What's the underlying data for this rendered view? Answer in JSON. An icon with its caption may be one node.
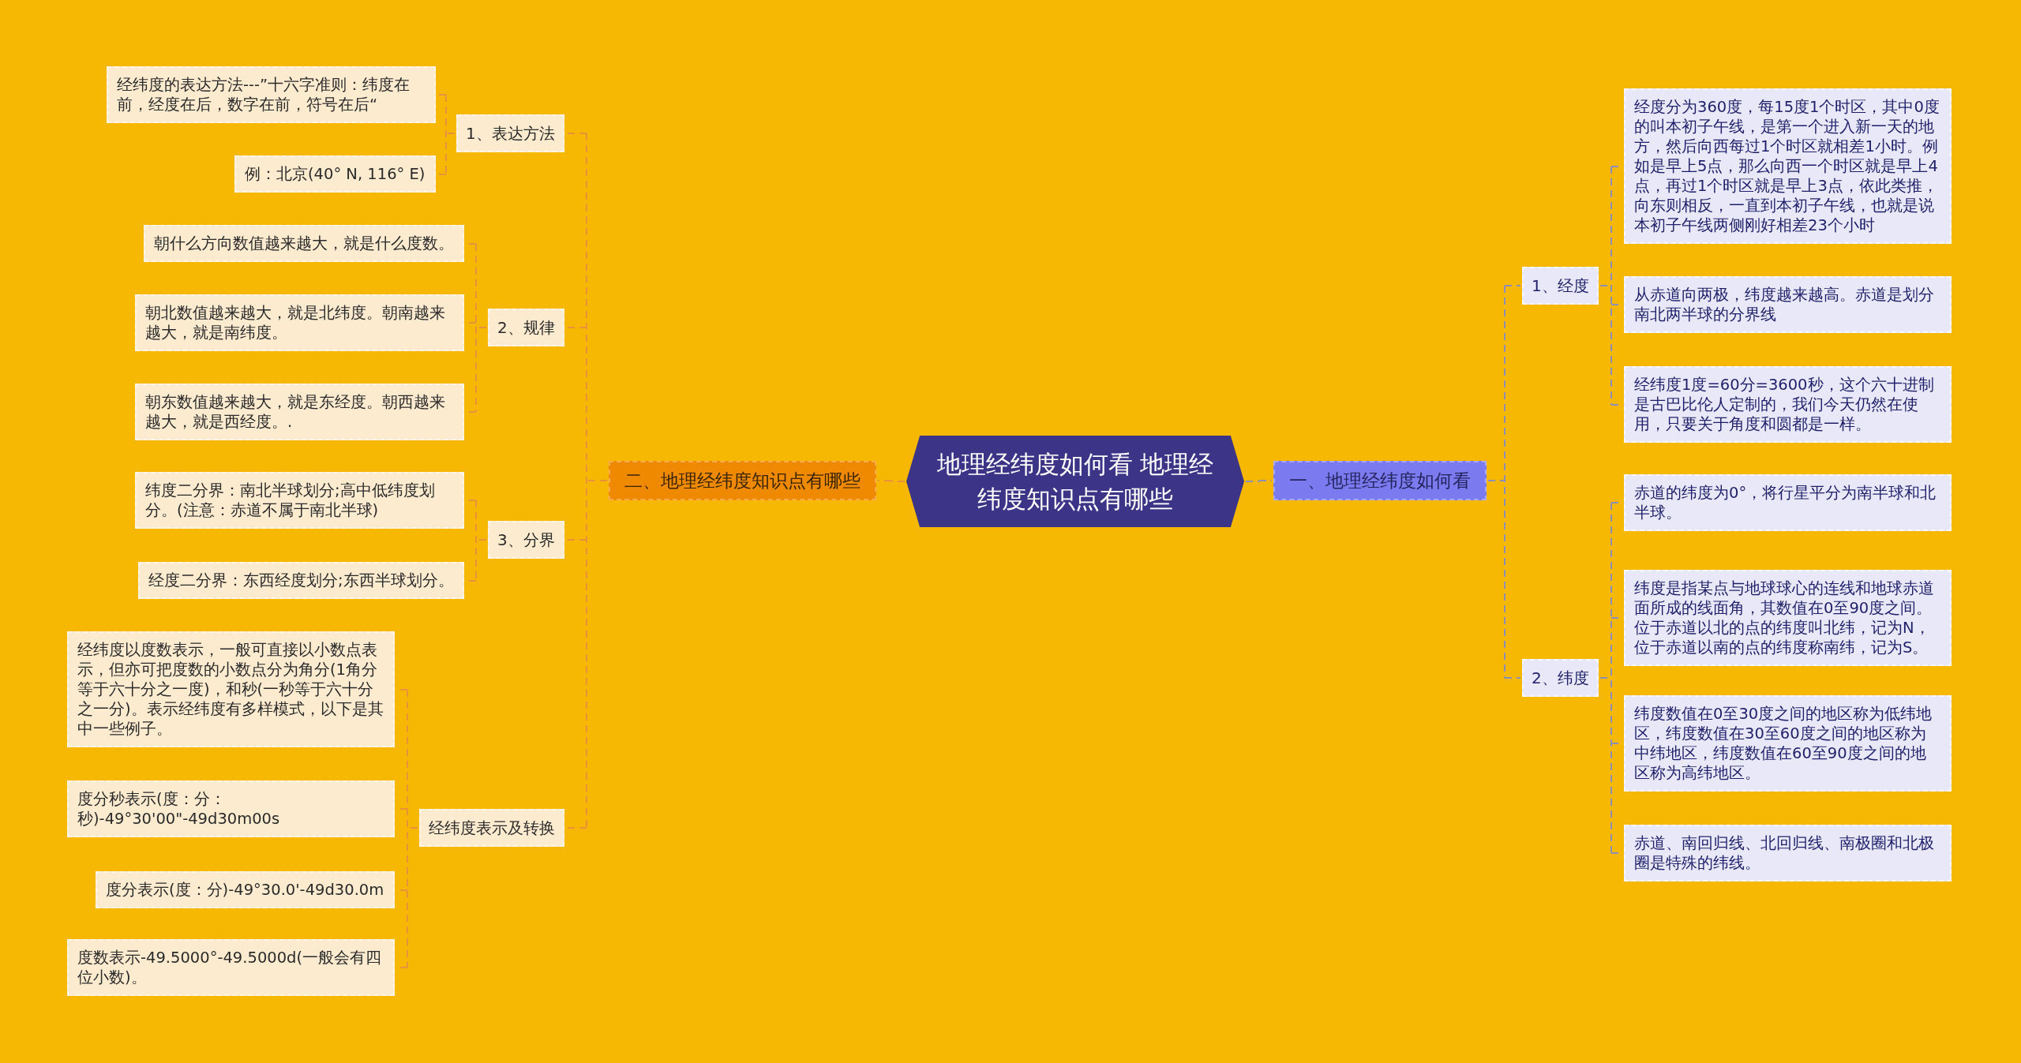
{
  "diagram": {
    "nodes": [
      {
        "text": [
          "地理经纬度如何看 地理经纬度知识点有哪些"
        ]
      },
      {
        "text": [
          "一、地理经纬度如何看"
        ]
      },
      {
        "text": [
          "1、经度"
        ]
      },
      {
        "text": [
          "经度分为360度，每15度1个时区，其中0度的叫本初子午线，是第一个进入新一天的地方，然后向西每过1个时区就相差1小时。例如是早上5点，那么向西一个时区就是早上4点，再过1个时区就是早上3点，依此类推，向东则相反，一直到本初子午线，也就是说本初子午线两侧刚好相差23个小时"
        ]
      },
      {
        "text": [
          "从赤道向两极，纬度越来越高。赤道是划分南北两半球的分界线"
        ]
      },
      {
        "text": [
          "经纬度1度=60分=3600秒，这个六十进制是古巴比伦人定制的，我们今天仍然在使用，只要关于角度和圆都是一样。"
        ]
      },
      {
        "text": [
          "2、纬度"
        ]
      },
      {
        "text": [
          "赤道的纬度为0°，将行星平分为南半球和北半球。"
        ]
      },
      {
        "text": [
          "纬度是指某点与地球球心的连线和地球赤道面所成的线面角，其数值在0至90度之间。位于赤道以北的点的纬度叫北纬，记为N，位于赤道以南的点的纬度称南纬，记为S。"
        ]
      },
      {
        "text": [
          "纬度数值在0至30度之间的地区称为低纬地区，纬度数值在30至60度之间的地区称为中纬地区，纬度数值在60至90度之间的地区称为高纬地区。"
        ]
      },
      {
        "text": [
          "赤道、南回归线、北回归线、南极圈和北极圈是特殊的纬线。"
        ]
      },
      {
        "text": [
          "二、地理经纬度知识点有哪些"
        ]
      },
      {
        "text": [
          "1、表达方法"
        ]
      },
      {
        "text": [
          "经纬度的表达方法---”十六字准则：纬度在前，经度在后，数字在前，符号在后“"
        ]
      },
      {
        "text": [
          "例：北京(40° N, 116° E)"
        ]
      },
      {
        "text": [
          "2、规律"
        ]
      },
      {
        "text": [
          "朝什么方向数值越来越大，就是什么度数。"
        ]
      },
      {
        "text": [
          "朝北数值越来越大，就是北纬度。朝南越来越大，就是南纬度。"
        ]
      },
      {
        "text": [
          "朝东数值越来越大，就是东经度。朝西越来越大，就是西经度。."
        ]
      },
      {
        "text": [
          "3、分界"
        ]
      },
      {
        "text": [
          "纬度二分界：南北半球划分;高中低纬度划分。(注意：赤道不属于南北半球)"
        ]
      },
      {
        "text": [
          "经度二分界：东西经度划分;东西半球划分。"
        ]
      },
      {
        "text": [
          "经纬度表示及转换"
        ]
      },
      {
        "text": [
          "经纬度以度数表示，一般可直接以小数点表示，但亦可把度数的小数点分为角分(1角分等于六十分之一度)，和秒(一秒等于六十分之一分)。表示经纬度有多样模式，以下是其中一些例子。"
        ]
      },
      {
        "text": [
          "度分秒表示(度：分：秒)-49°30'00\"-49d30m00s"
        ]
      },
      {
        "text": [
          "度分表示(度：分)-49°30.0'-49d30.0m"
        ]
      },
      {
        "text": [
          "度数表示-49.5000°-49.5000d(一般会有四位小数)。"
        ]
      }
    ],
    "edges": [
      {
        "from": 0,
        "to": 1,
        "arrow": "none",
        "style": "dashed",
        "color": "#8e8eb4"
      },
      {
        "from": 1,
        "to": 2,
        "arrow": "none",
        "style": "dashed",
        "color": "#8e8eb4"
      },
      {
        "from": 2,
        "to": 3,
        "arrow": "none",
        "style": "dashed",
        "color": "#8e8eb4"
      },
      {
        "from": 2,
        "to": 4,
        "arrow": "none",
        "style": "dashed",
        "color": "#8e8eb4"
      },
      {
        "from": 2,
        "to": 5,
        "arrow": "none",
        "style": "dashed",
        "color": "#8e8eb4"
      },
      {
        "from": 1,
        "to": 6,
        "arrow": "none",
        "style": "dashed",
        "color": "#8e8eb4"
      },
      {
        "from": 6,
        "to": 7,
        "arrow": "none",
        "style": "dashed",
        "color": "#8e8eb4"
      },
      {
        "from": 6,
        "to": 8,
        "arrow": "none",
        "style": "dashed",
        "color": "#8e8eb4"
      },
      {
        "from": 6,
        "to": 9,
        "arrow": "none",
        "style": "dashed",
        "color": "#8e8eb4"
      },
      {
        "from": 6,
        "to": 10,
        "arrow": "none",
        "style": "dashed",
        "color": "#8e8eb4"
      },
      {
        "from": 0,
        "to": 11,
        "arrow": "none",
        "style": "dashed"
      },
      {
        "from": 11,
        "to": 12,
        "arrow": "none",
        "style": "dashed"
      },
      {
        "from": 12,
        "to": 13,
        "arrow": "none",
        "style": "dashed"
      },
      {
        "from": 12,
        "to": 14,
        "arrow": "none",
        "style": "dashed"
      },
      {
        "from": 11,
        "to": 15,
        "arrow": "none",
        "style": "dashed"
      },
      {
        "from": 15,
        "to": 16,
        "arrow": "none",
        "style": "dashed"
      },
      {
        "from": 15,
        "to": 17,
        "arrow": "none",
        "style": "dashed"
      },
      {
        "from": 15,
        "to": 18,
        "arrow": "none",
        "style": "dashed"
      },
      {
        "from": 11,
        "to": 19,
        "arrow": "none",
        "style": "dashed"
      },
      {
        "from": 19,
        "to": 20,
        "arrow": "none",
        "style": "dashed"
      },
      {
        "from": 19,
        "to": 21,
        "arrow": "none",
        "style": "dashed"
      },
      {
        "from": 11,
        "to": 22,
        "arrow": "none",
        "style": "dashed"
      },
      {
        "from": 22,
        "to": 23,
        "arrow": "none",
        "style": "dashed"
      },
      {
        "from": 22,
        "to": 24,
        "arrow": "none",
        "style": "dashed"
      },
      {
        "from": 22,
        "to": 25,
        "arrow": "none",
        "style": "dashed"
      },
      {
        "from": 22,
        "to": 26,
        "arrow": "none",
        "style": "dashed"
      }
    ]
  }
}
